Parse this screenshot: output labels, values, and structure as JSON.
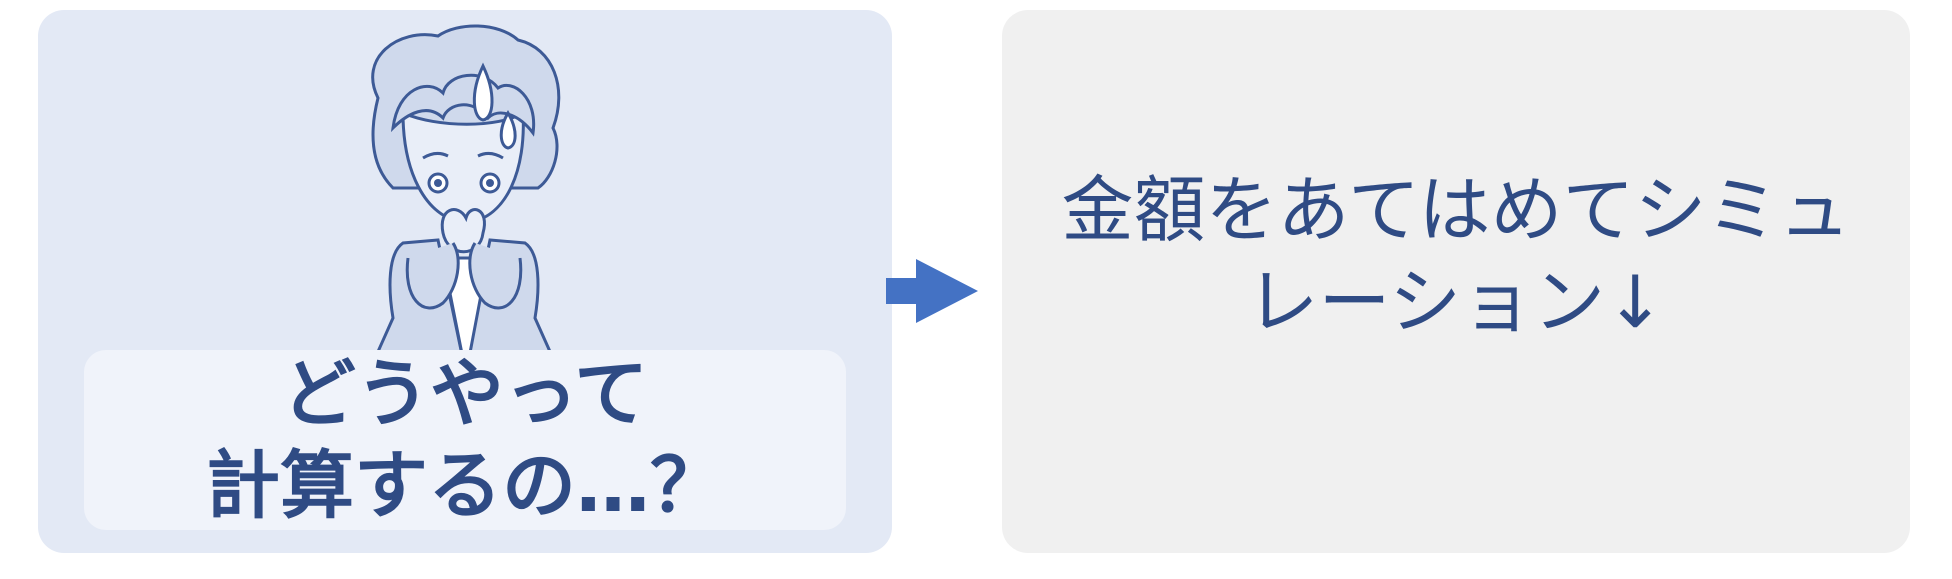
{
  "left_panel": {
    "illustration_icon": "worried-person-icon",
    "caption_line1": "どうやって",
    "caption_line2": "計算するの…？"
  },
  "arrow_icon": "right-arrow-icon",
  "right_panel": {
    "line1": "金額をあてはめてシミュ",
    "line2": "レーション↓"
  },
  "colors": {
    "accent": "#4472c4",
    "text": "#2f4b84",
    "left_bg": "#e3e9f5",
    "right_bg": "#f0f0f0"
  }
}
